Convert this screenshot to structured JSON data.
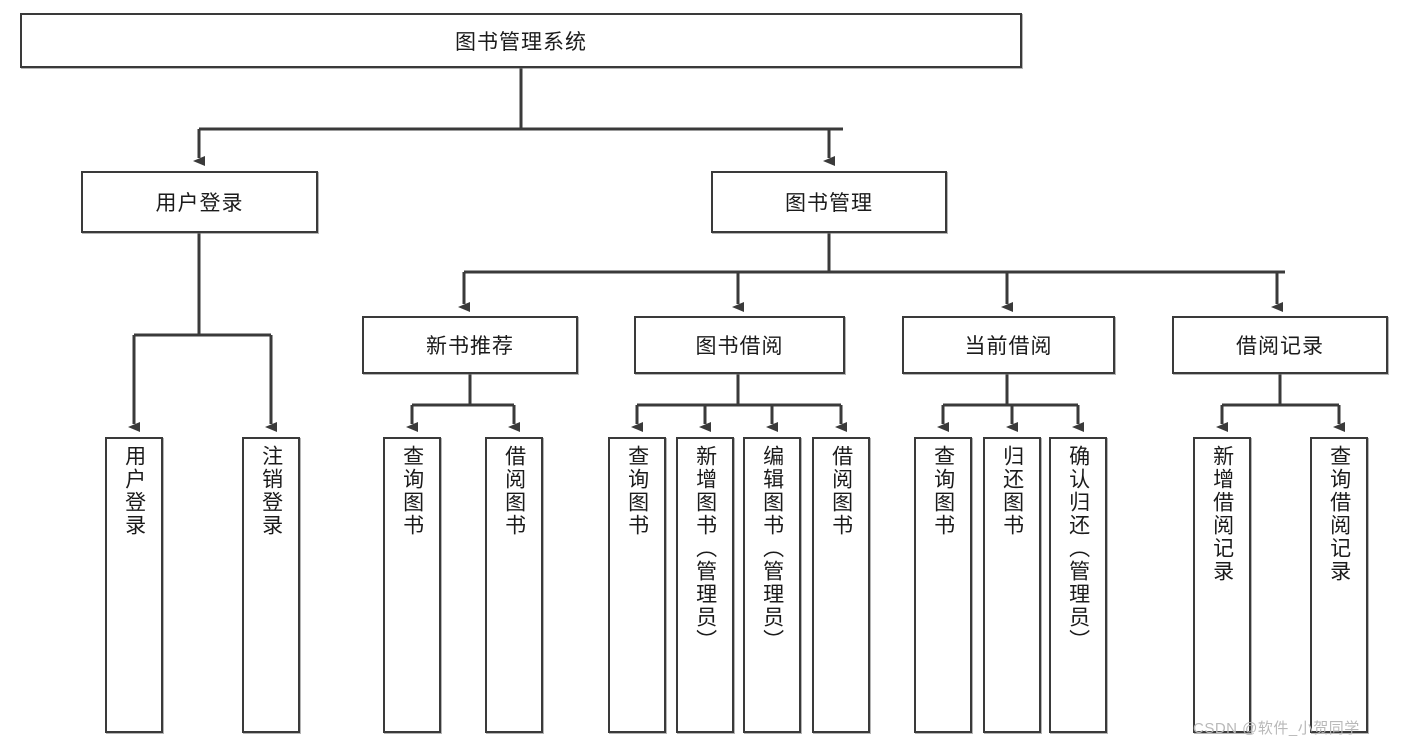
{
  "diagram": {
    "title_node": {
      "label": "图书管理系统"
    },
    "level1": [
      {
        "id": "user-login",
        "label": "用户登录"
      },
      {
        "id": "book-manage",
        "label": "图书管理"
      }
    ],
    "level2": [
      {
        "id": "new-book-recommend",
        "label": "新书推荐"
      },
      {
        "id": "book-borrow",
        "label": "图书借阅"
      },
      {
        "id": "current-borrow",
        "label": "当前借阅"
      },
      {
        "id": "borrow-record",
        "label": "借阅记录"
      }
    ],
    "leaves": {
      "user_login": [
        {
          "id": "leaf-user-login",
          "label": "用户登录"
        },
        {
          "id": "leaf-logout-login",
          "label": "注销登录"
        }
      ],
      "new_book_recommend": [
        {
          "id": "leaf-query-book-1",
          "label": "查询图书"
        },
        {
          "id": "leaf-borrow-book-1",
          "label": "借阅图书"
        }
      ],
      "book_borrow": [
        {
          "id": "leaf-query-book-2",
          "label": "查询图书"
        },
        {
          "id": "leaf-add-book-admin",
          "label": "新增图书（管理员）"
        },
        {
          "id": "leaf-edit-book-admin",
          "label": "编辑图书（管理员）"
        },
        {
          "id": "leaf-borrow-book-2",
          "label": "借阅图书"
        }
      ],
      "current_borrow": [
        {
          "id": "leaf-query-book-3",
          "label": "查询图书"
        },
        {
          "id": "leaf-return-book",
          "label": "归还图书"
        },
        {
          "id": "leaf-confirm-return-admin",
          "label": "确认归还（管理员）"
        }
      ],
      "borrow_record": [
        {
          "id": "leaf-add-borrow-record",
          "label": "新增借阅记录"
        },
        {
          "id": "leaf-query-borrow-record",
          "label": "查询借阅记录"
        }
      ]
    },
    "colors": {
      "stroke": "#3a3a3a",
      "box_fill": "#ffffff",
      "text": "#1b1b1b",
      "watermark": "#b9b9b9",
      "background": "#ffffff"
    }
  },
  "watermark": {
    "text": "CSDN @软件_小贺同学"
  }
}
